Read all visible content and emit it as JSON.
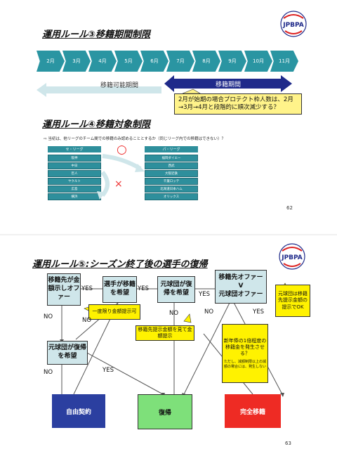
{
  "slide1": {
    "title1": "運用ルール③移籍期間制限",
    "months": [
      "2月",
      "3月",
      "4月",
      "5月",
      "6月",
      "7月",
      "8月",
      "9月",
      "10月",
      "11月"
    ],
    "transfer_allowed": "移籍可能期間",
    "transfer_period": "移籍期間",
    "callout": "2月が始期の場合プロテクト枠人数は、2月→3月→4月と段階的に順次減少する？",
    "title2": "運用ルール④移籍対象制限",
    "question": "⇨ 当初は、他リーグのチーム間での移籍のみ認めることとするか（同じリーグ内での移籍はできない）？",
    "central_header": "セ・リーグ",
    "central_teams": [
      "阪神",
      "中日",
      "巨人",
      "ヤクルト",
      "広島",
      "横浜"
    ],
    "pacific_header": "パ・リーグ",
    "pacific_teams": [
      "福岡ダイエー",
      "西武",
      "大阪近鉄",
      "千葉ロッテ",
      "北海道日本ハム",
      "オリックス"
    ],
    "ok_mark": "○",
    "ng_mark": "×",
    "page": "62",
    "logo": "JPBPA"
  },
  "slide2": {
    "title": "運用ルール⑤:シーズン終了後の選手の復帰",
    "box_offer": "移籍先が金額示しオファー",
    "box_player": "選手が移籍を希望",
    "box_return1": "元球団が復帰を希望",
    "box_compare_top": "移籍先オファー",
    "box_compare_mid": "V",
    "box_compare_bot": "元球団オファー",
    "box_return2": "元球団が復帰を希望",
    "y_once": "一度限り金額提示可",
    "y_see": "移籍先提示金額を見て金額提示",
    "y_fee": "新年俸の1倍程度の移籍金を発生させる？",
    "y_fee_note": "ただし、減額制限以上の減額の場合には、発生しない",
    "y_right": "元球団は移籍先提示金額の提示でOK",
    "yes": "YES",
    "no": "NO",
    "outcome_free": "自由契約",
    "outcome_return": "復帰",
    "outcome_transfer": "完全移籍",
    "page": "63",
    "logo": "JPBPA"
  },
  "colors": {
    "teal": "#2a95a2",
    "navy": "#1f2a8a",
    "light_teal": "#cfe6ea",
    "yellow": "#fff200",
    "blue": "#2b3fa0",
    "green": "#7ee07a",
    "red": "#ee2b24"
  }
}
